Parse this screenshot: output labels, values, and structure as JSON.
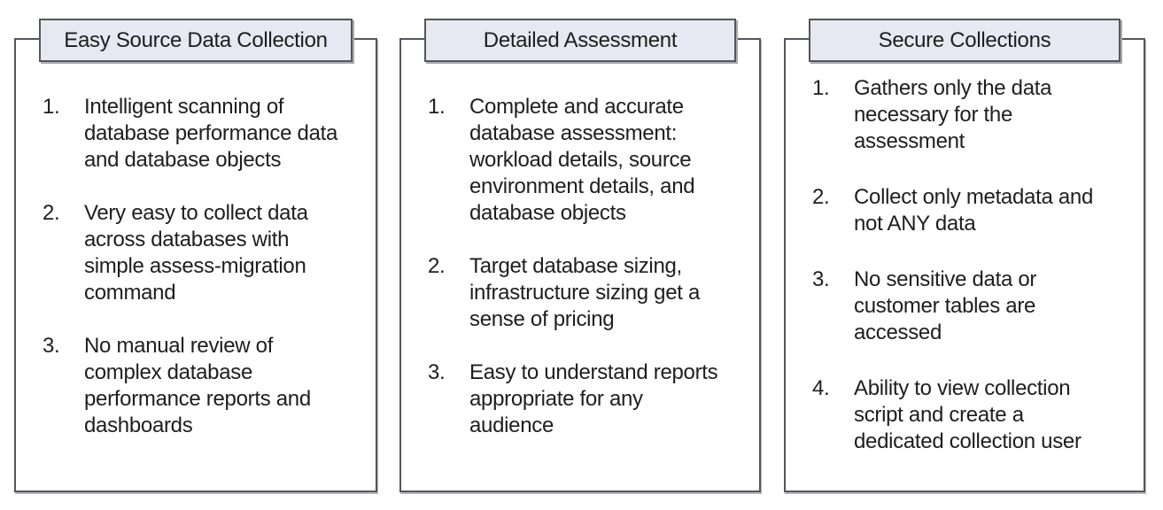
{
  "slide": {
    "background": "#ffffff",
    "colors": {
      "header_fill": "#e8e8f2",
      "border": "#55555d",
      "shadow": "#a9a9b2",
      "text": "#1e1e1e"
    }
  },
  "panels": [
    {
      "title": "Easy Source Data Collection",
      "items": [
        {
          "num": "1.",
          "text": "Intelligent scanning of\ndatabase performance data\nand database objects"
        },
        {
          "num": "2.",
          "text": "Very easy to collect data\nacross databases with\nsimple assess-migration\ncommand"
        },
        {
          "num": "3.",
          "text": "No manual review of\ncomplex database\nperformance reports and\ndashboards"
        }
      ]
    },
    {
      "title": "Detailed Assessment",
      "items": [
        {
          "num": "1.",
          "text": "Complete and accurate\ndatabase assessment:\nworkload details, source\nenvironment details, and\ndatabase objects"
        },
        {
          "num": "2.",
          "text": "Target database sizing,\ninfrastructure sizing get a\nsense of pricing"
        },
        {
          "num": "3.",
          "text": "Easy to understand reports\nappropriate for any\naudience"
        }
      ]
    },
    {
      "title": "Secure Collections",
      "items": [
        {
          "num": "1.",
          "text": "Gathers only the data\nnecessary for the\nassessment"
        },
        {
          "num": "2.",
          "text": "Collect only metadata and\nnot ANY data"
        },
        {
          "num": "3.",
          "text": "No sensitive data or\ncustomer tables are\naccessed"
        },
        {
          "num": "4.",
          "text": "Ability to view collection\nscript and create a\ndedicated collection user"
        }
      ]
    }
  ]
}
